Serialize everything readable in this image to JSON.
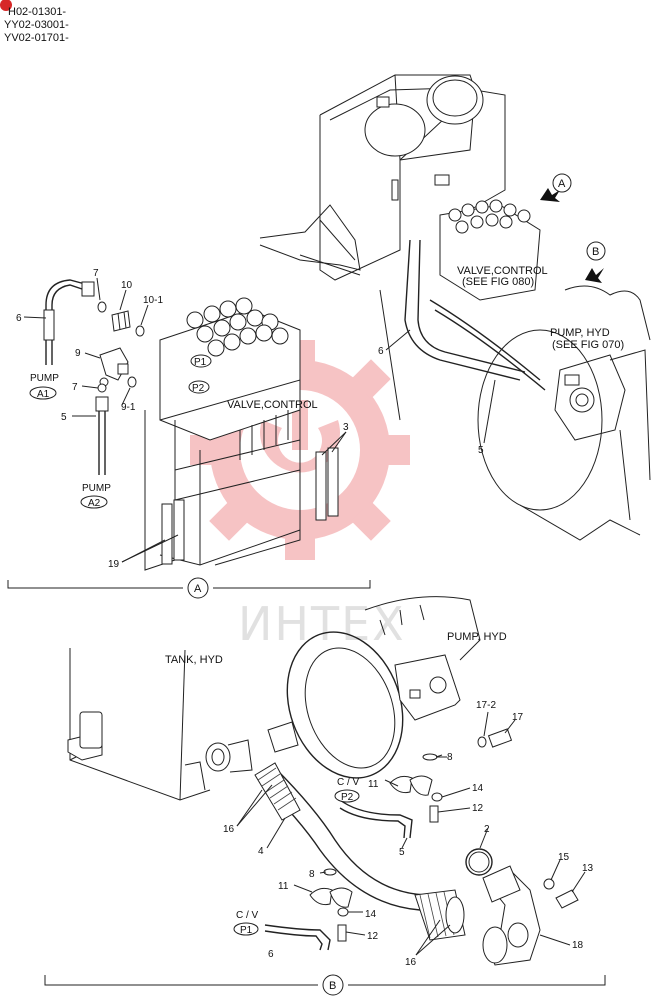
{
  "serials": [
    "H02-01301-",
    "YY02-03001-",
    "YV02-01701-"
  ],
  "watermark": "ИНТЕХ",
  "section_a": {
    "marker": "A",
    "valve_label": "VALVE,CONTROL",
    "valve_label_ref": "VALVE,CONTROL",
    "valve_label_ref2": "(SEE FIG 080)",
    "pump_label_ref": "PUMP, HYD",
    "pump_label_ref2": "(SEE FIG 070)",
    "pump_a1": "PUMP",
    "pump_a2": "PUMP",
    "port_a1": "A1",
    "port_a2": "A2",
    "port_p1": "P1",
    "port_p2": "P2",
    "view_a": "A",
    "view_b": "B",
    "callouts": [
      "7",
      "10",
      "10-1",
      "6",
      "9",
      "7",
      "9-1",
      "5",
      "3",
      "19",
      "6",
      "5"
    ]
  },
  "section_b": {
    "marker": "B",
    "tank_label": "TANK, HYD",
    "pump_label": "PUMP, HYD",
    "cv1": "C / V",
    "cv2": "C / V",
    "port_p1": "P1",
    "port_p2": "P2",
    "callouts": [
      "17-2",
      "17",
      "8",
      "11",
      "14",
      "12",
      "2",
      "16",
      "4",
      "5",
      "15",
      "13",
      "8",
      "11",
      "14",
      "12",
      "6",
      "16",
      "18"
    ]
  },
  "colors": {
    "line": "#222222",
    "watermark_gear": "#e8555a",
    "corner_badge": "#d62828"
  }
}
